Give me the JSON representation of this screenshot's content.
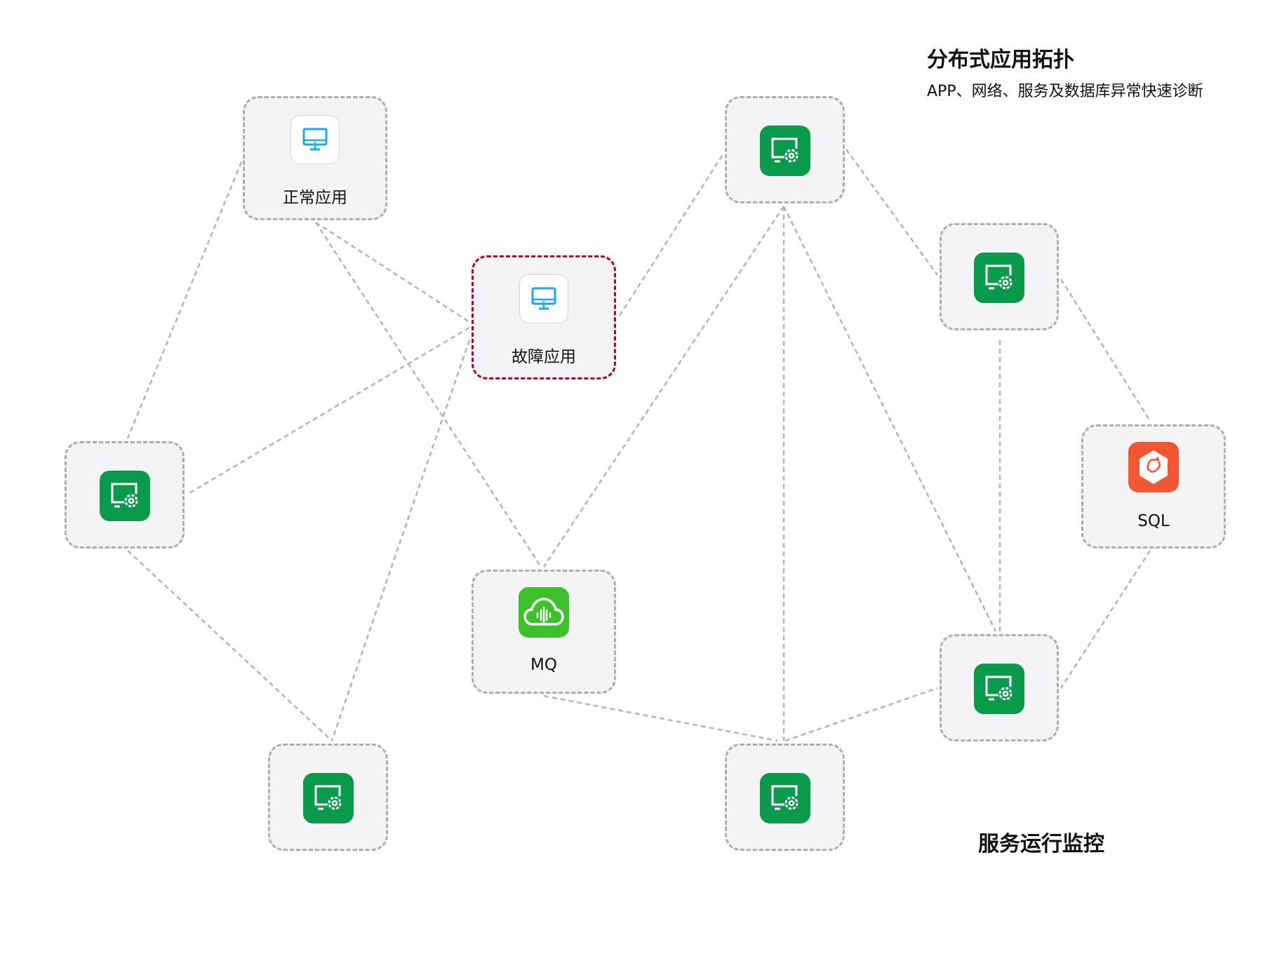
{
  "header": {
    "title": "分布式应用拓扑",
    "subtitle": "APP、网络、服务及数据库异常快速诊断"
  },
  "footer_title": "服务运行监控",
  "colors": {
    "service": "#0a9a4b",
    "mq": "#3cc12a",
    "sql": "#f25733",
    "fault_border": "#b0062a",
    "edge": "#b4b4b4",
    "app_icon": "#1aa7f0"
  },
  "nodes": {
    "normal_app": {
      "label": "正常应用",
      "icon": "monitor-icon",
      "status": "normal"
    },
    "fault_app": {
      "label": "故障应用",
      "icon": "monitor-icon",
      "status": "fault"
    },
    "svc_top": {
      "icon": "service-monitor-icon"
    },
    "svc_right": {
      "icon": "service-monitor-icon"
    },
    "sql": {
      "label": "SQL",
      "icon": "database-icon"
    },
    "svc_left": {
      "icon": "service-monitor-icon"
    },
    "mq": {
      "label": "MQ",
      "icon": "cloud-audio-icon"
    },
    "svc_bottom_right": {
      "icon": "service-monitor-icon"
    },
    "svc_bottom_left": {
      "icon": "service-monitor-icon"
    },
    "svc_bottom_mid": {
      "icon": "service-monitor-icon"
    }
  },
  "edges": [
    [
      "normal_app",
      "svc_left"
    ],
    [
      "normal_app",
      "fault_app"
    ],
    [
      "normal_app",
      "mq"
    ],
    [
      "fault_app",
      "svc_left"
    ],
    [
      "fault_app",
      "svc_bottom_left"
    ],
    [
      "fault_app",
      "svc_top"
    ],
    [
      "svc_top",
      "mq"
    ],
    [
      "svc_top",
      "svc_bottom_mid"
    ],
    [
      "svc_top",
      "svc_bottom_right"
    ],
    [
      "svc_top",
      "svc_right"
    ],
    [
      "svc_right",
      "svc_bottom_right"
    ],
    [
      "svc_right",
      "sql"
    ],
    [
      "sql",
      "svc_bottom_right"
    ],
    [
      "svc_left",
      "svc_bottom_left"
    ],
    [
      "mq",
      "svc_bottom_mid"
    ],
    [
      "svc_bottom_mid",
      "svc_bottom_right"
    ]
  ]
}
